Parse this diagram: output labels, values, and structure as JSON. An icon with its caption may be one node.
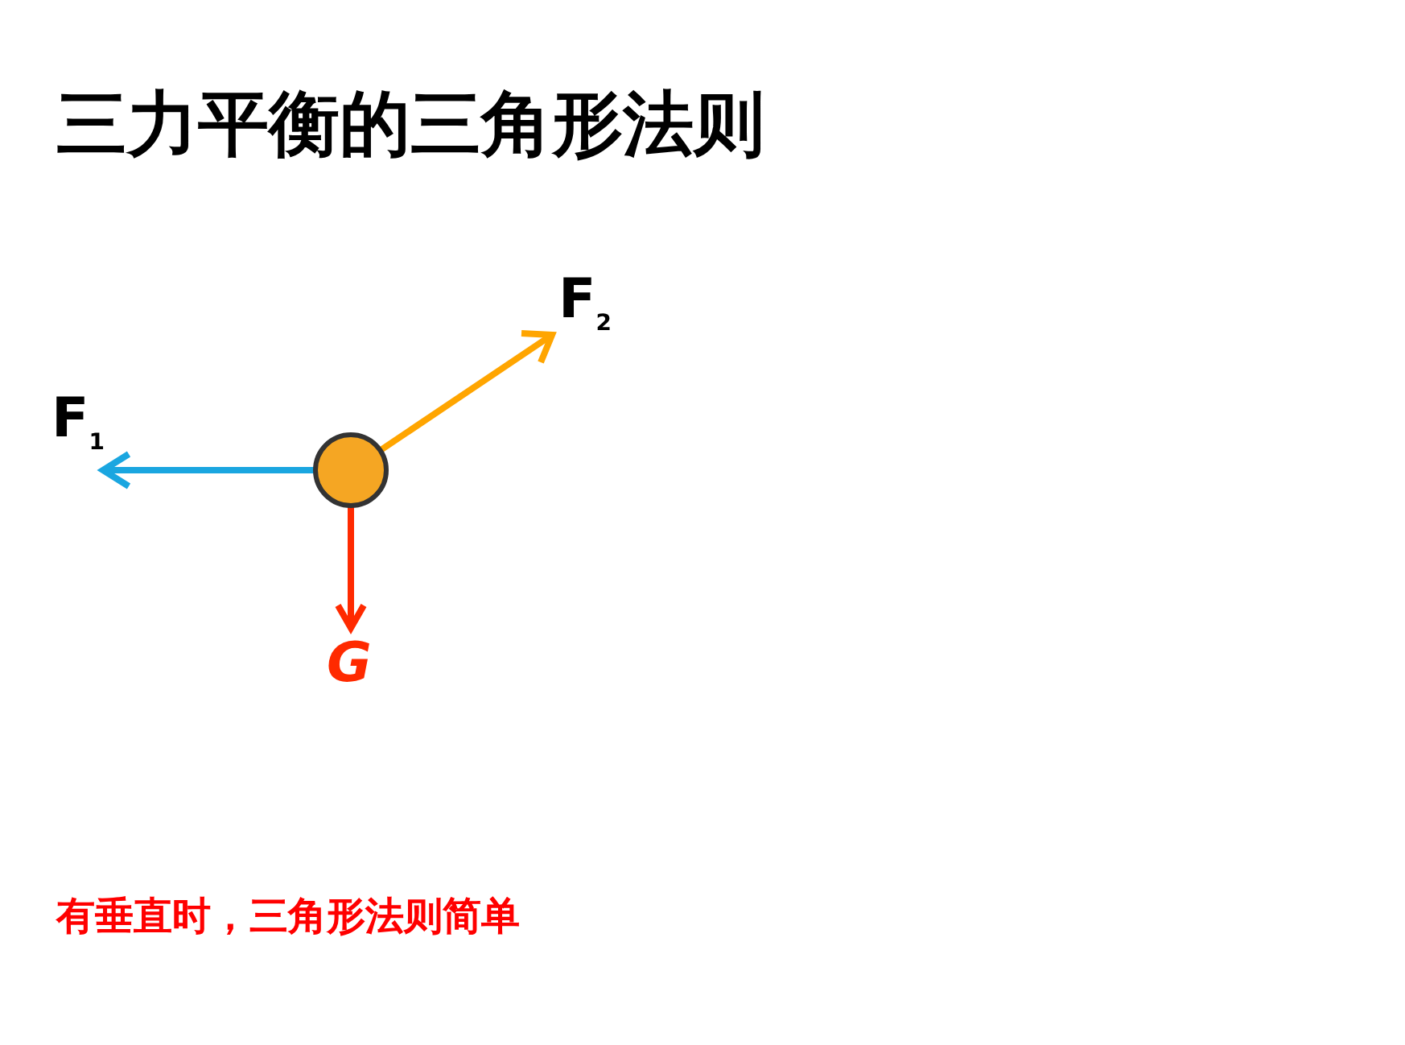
{
  "diagram": {
    "title": "三力平衡的三角形法则",
    "caption": "有垂直时，三角形法则简单",
    "labels": [
      "F$_{2}$",
      "F$_{1}$",
      "G"
    ]
  }
}
